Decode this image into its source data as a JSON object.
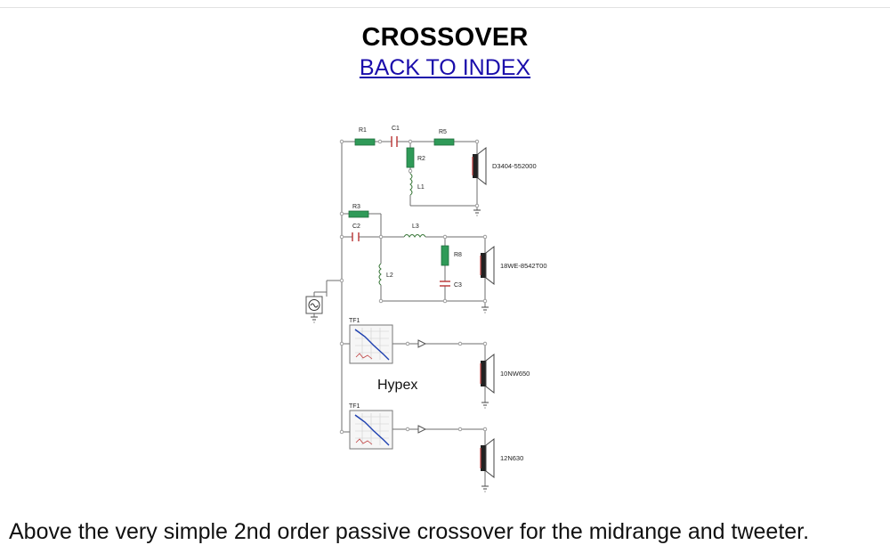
{
  "page": {
    "title": "CROSSOVER",
    "back_link": "BACK TO INDEX",
    "caption": "Above the very simple 2nd order passive crossover for the midrange and tweeter."
  },
  "schematic": {
    "components": {
      "r1": "R1",
      "c1": "C1",
      "r5": "R5",
      "r2": "R2",
      "l1": "L1",
      "r3": "R3",
      "c2": "C2",
      "l3": "L3",
      "r8": "R8",
      "l2": "L2",
      "c3": "C3",
      "tf_upper": "TF1",
      "tf_lower": "TF1"
    },
    "drivers": {
      "tweeter": "D3404-552000",
      "midrange": "18WE-8542T00",
      "woofer_upper": "10NW650",
      "woofer_lower": "12N630"
    },
    "dsp_label": "Hypex",
    "colors": {
      "resistor": "#2f9a58",
      "capacitor": "#b83232",
      "wire": "#6e6e6e"
    }
  }
}
